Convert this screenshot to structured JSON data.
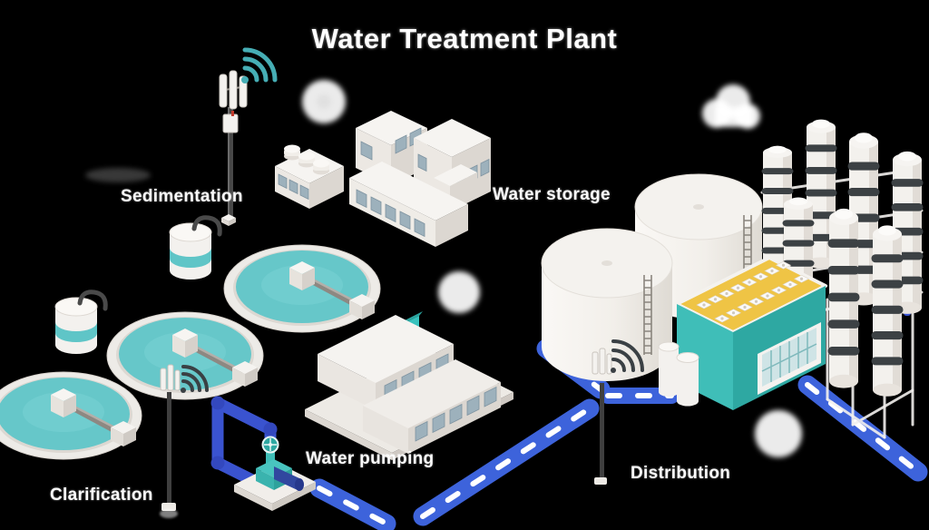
{
  "title": "Water Treatment Plant",
  "labels": {
    "sedimentation": "Sedimentation",
    "water_storage": "Water storage",
    "water_pumping": "Water pumping",
    "clarification": "Clarification",
    "distribution": "Distribution"
  },
  "icons": [
    "wifi-signal-icon",
    "gear-icon",
    "cloud-icon",
    "water-drop-icon",
    "gauge-icon",
    "valve-wheel-icon"
  ],
  "colors": {
    "background": "#000000",
    "water": "#66C7C9",
    "facility_teal": "#3FBEB8",
    "facility_teal_dark": "#2EA8A2",
    "roof_yellow": "#EFC445",
    "pipe_blue": "#3A53CF",
    "pipeline_blue": "#3D63DB",
    "structure_white": "#F3F1ED",
    "band_dark": "#3C4144",
    "wifi_teal": "#46AEB5",
    "sign_teal": "#38C2BD"
  }
}
